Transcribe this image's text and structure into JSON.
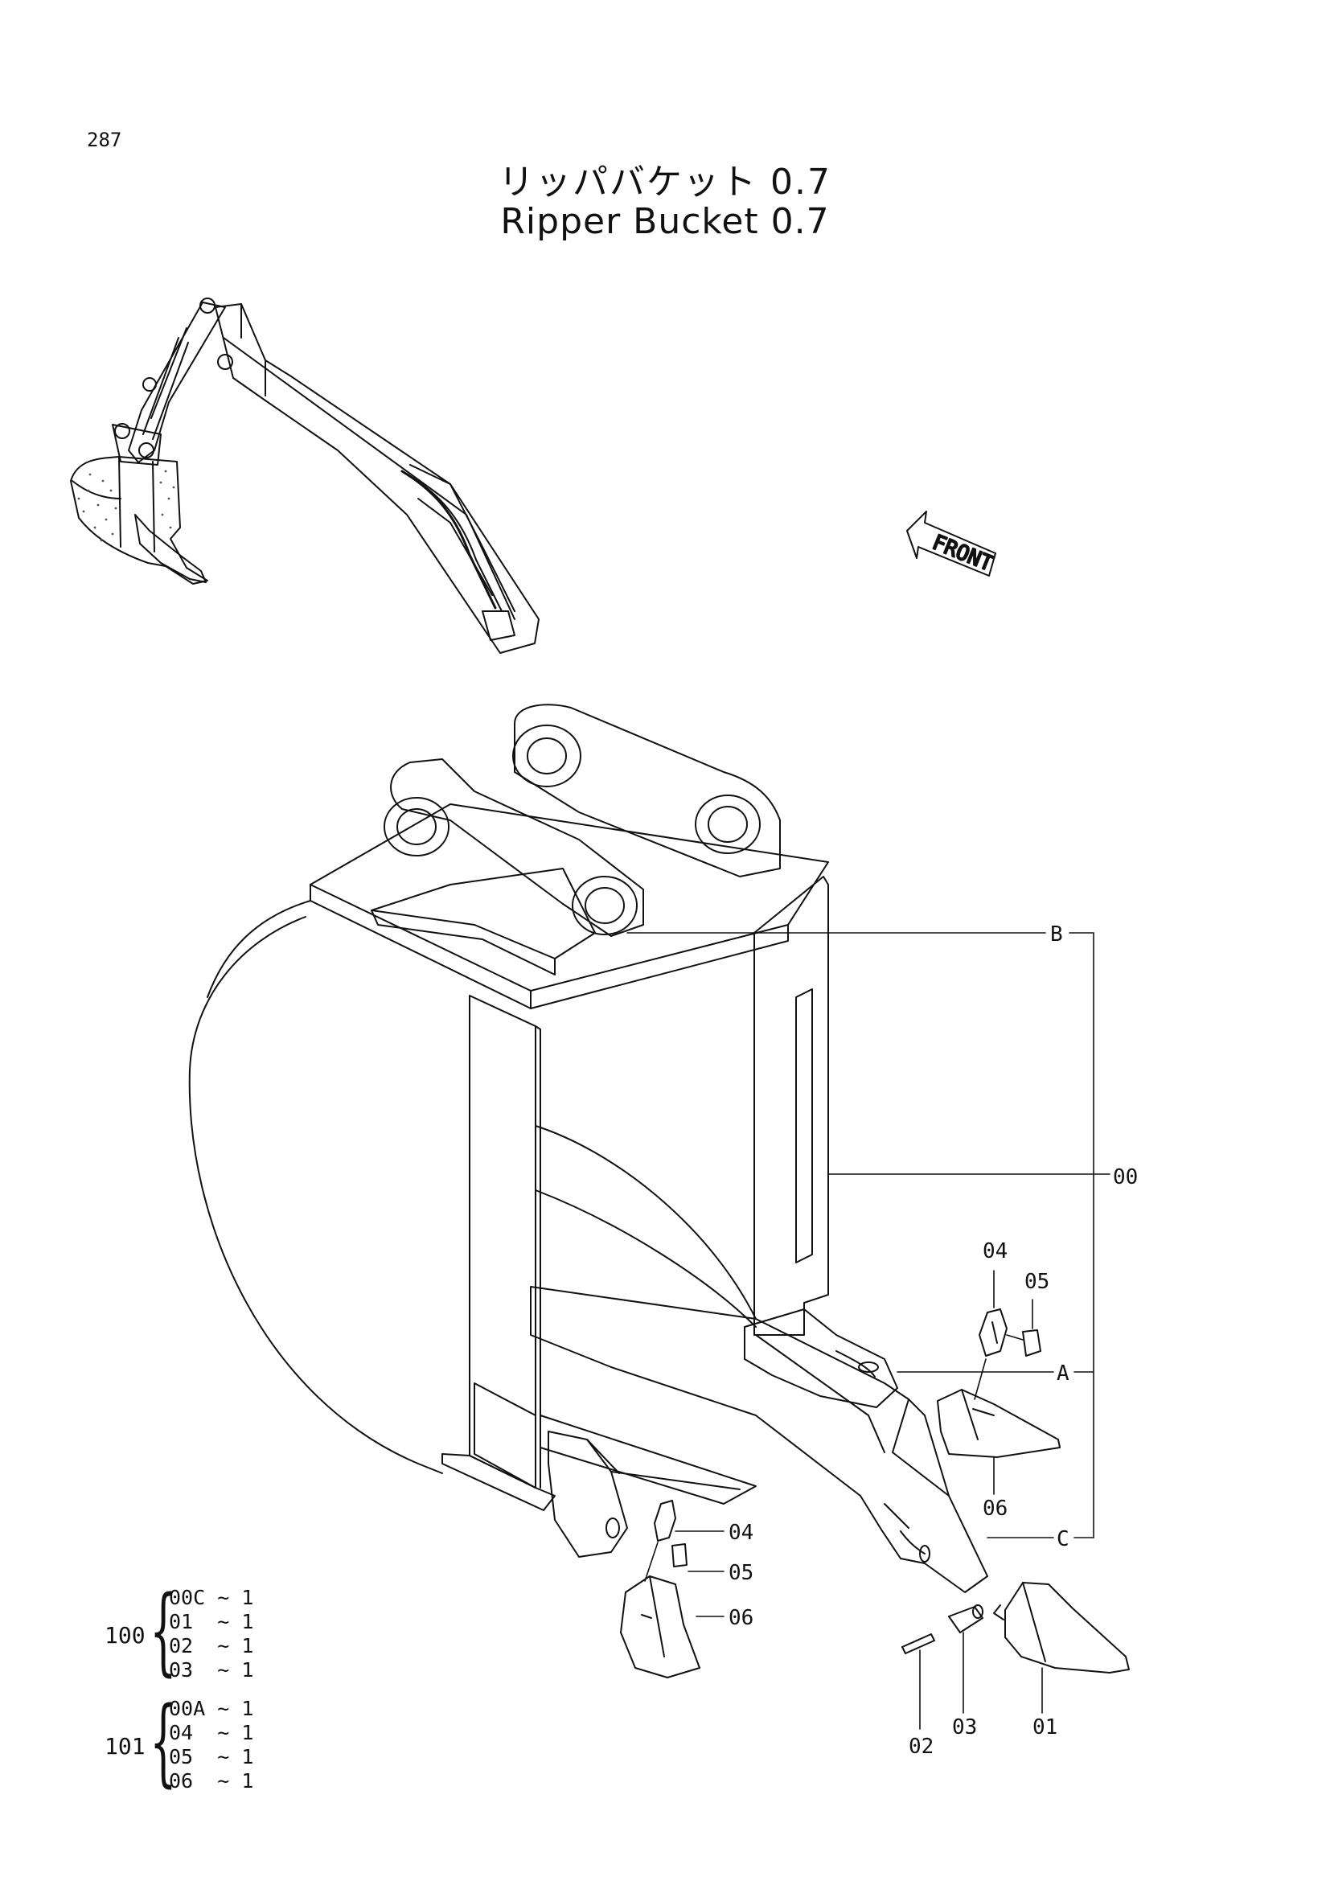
{
  "page": {
    "number": "287"
  },
  "title": {
    "japanese": "リッパバケット 0.7",
    "english": "Ripper Bucket 0.7"
  },
  "front_marker": {
    "label": "FRONT",
    "icon": "front-arrow-icon"
  },
  "callouts": {
    "b": "B",
    "a": "A",
    "c": "C",
    "assembly": "00",
    "pin_lock_right": "04",
    "lock_right": "05",
    "tooth_right": "06",
    "pin_lock_left": "04",
    "lock_left": "05",
    "tooth_left": "06",
    "tooth_center": "01",
    "pin": "02",
    "lock": "03"
  },
  "kits": [
    {
      "number": "100",
      "items": [
        {
          "code": "00C",
          "qty": "1"
        },
        {
          "code": "01",
          "qty": "1"
        },
        {
          "code": "02",
          "qty": "1"
        },
        {
          "code": "03",
          "qty": "1"
        }
      ]
    },
    {
      "number": "101",
      "items": [
        {
          "code": "00A",
          "qty": "1"
        },
        {
          "code": "04",
          "qty": "1"
        },
        {
          "code": "05",
          "qty": "1"
        },
        {
          "code": "06",
          "qty": "1"
        }
      ]
    }
  ]
}
